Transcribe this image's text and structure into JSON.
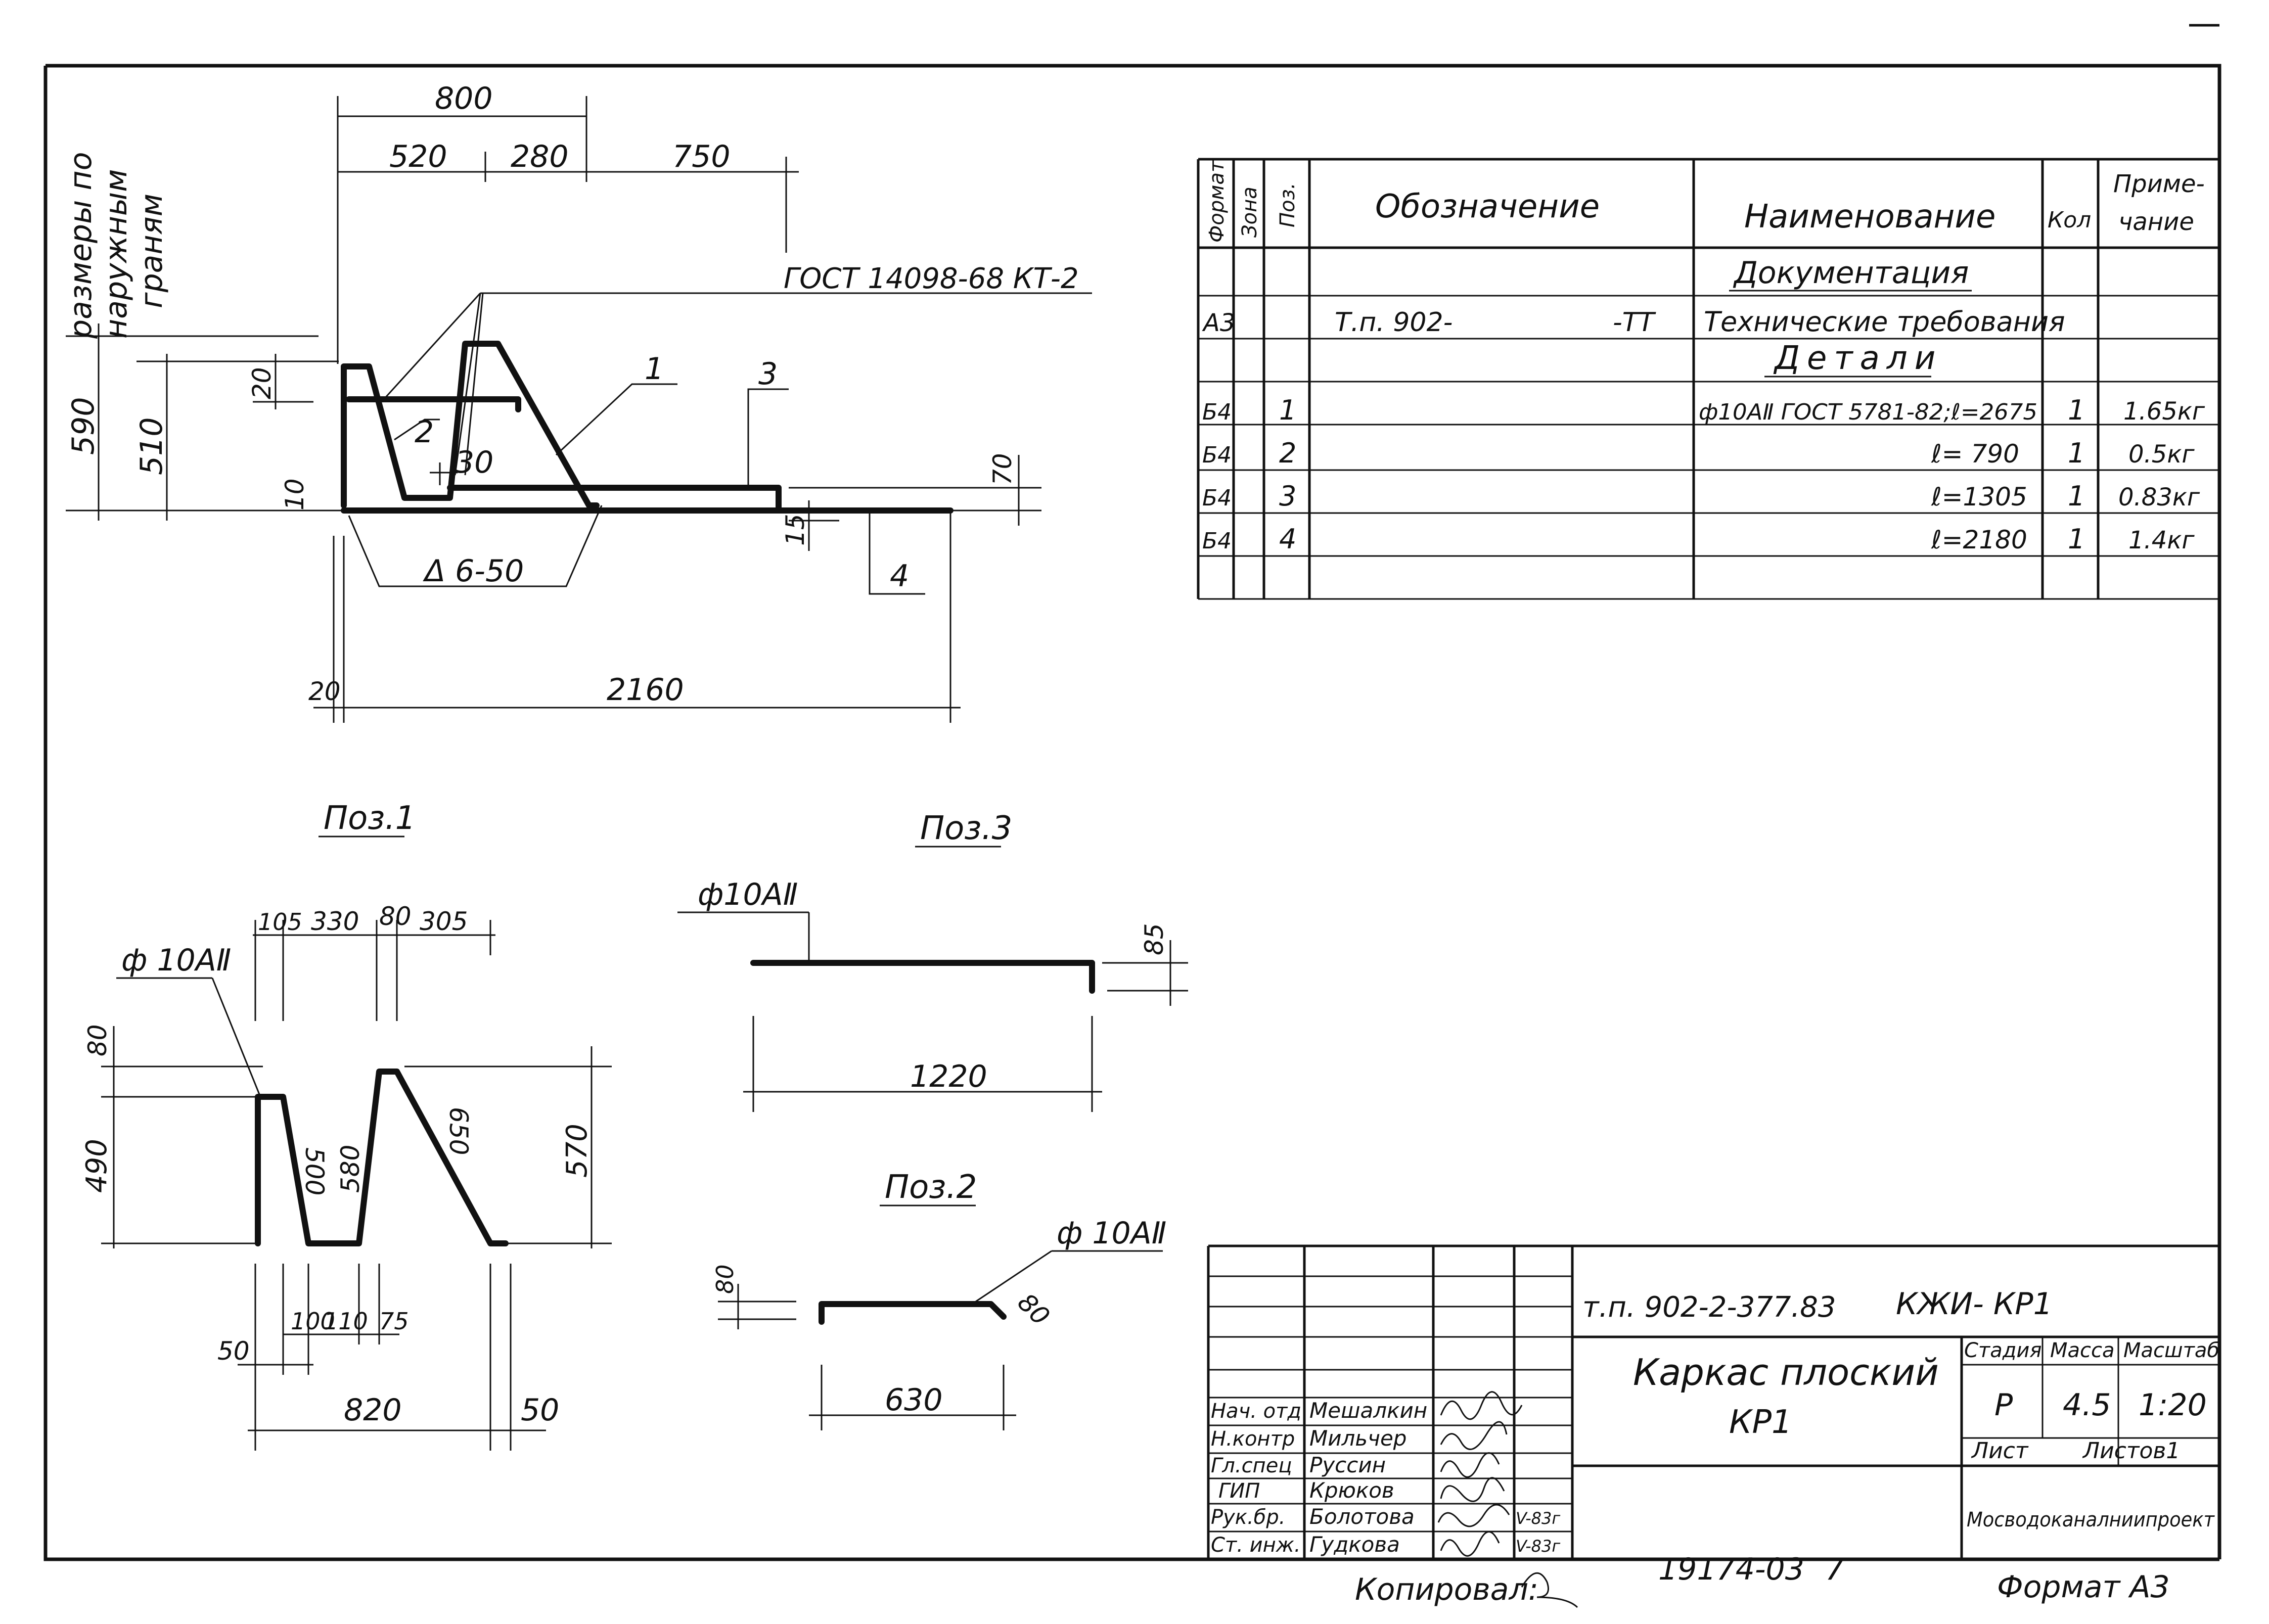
{
  "side_note": [
    "размеры по",
    "наружным",
    "граням"
  ],
  "elevation": {
    "dims_top": [
      "800",
      "520",
      "280",
      "750"
    ],
    "dims_left": [
      "590",
      "510",
      "20",
      "10"
    ],
    "dims_right": [
      "70",
      "15"
    ],
    "dim_30": "30",
    "dim_bottom": [
      "20",
      "2160"
    ],
    "gost_callout": "ГОСТ 14098-68 КТ-2",
    "weld_callout": "Δ 6-50",
    "position_marks": [
      "1",
      "2",
      "3",
      "4"
    ]
  },
  "poz1": {
    "title": "Поз.1",
    "bar_label": "ф 10АⅡ",
    "dims_top": [
      "105",
      "330",
      "80",
      "305"
    ],
    "dims_left": [
      "80",
      "490"
    ],
    "dims_slopes": [
      "500",
      "580",
      "650"
    ],
    "dim_right": "570",
    "dims_bottom": [
      "100",
      "110",
      "75",
      "50",
      "820",
      "50"
    ]
  },
  "poz3": {
    "title": "Поз.3",
    "bar_label": "ф10АⅡ",
    "dim_hook": "85",
    "dim_length": "1220"
  },
  "poz2": {
    "title": "Поз.2",
    "bar_label": "ф 10АⅡ",
    "dim_left": "80",
    "dim_bend": "80",
    "dim_length": "630"
  },
  "spec": {
    "headers": [
      "Формат",
      "Зона",
      "Поз.",
      "Обозначение",
      "Наименование",
      "Кол",
      "Приме-",
      "чание"
    ],
    "section_doc": "Документация",
    "doc_row": {
      "format": "А3",
      "designation_left": "Т.п. 902-",
      "designation_right": "-ТТ",
      "name": "Технические требования"
    },
    "section_parts": "Детали",
    "rows": [
      {
        "format": "Б4",
        "pos": "1",
        "name": "ф10АⅡ ГОСТ 5781-82;ℓ=2675",
        "qty": "1",
        "note": "1.65кг"
      },
      {
        "format": "Б4",
        "pos": "2",
        "name": "ℓ= 790",
        "qty": "1",
        "note": "0.5кг"
      },
      {
        "format": "Б4",
        "pos": "3",
        "name": "ℓ=1305",
        "qty": "1",
        "note": "0.83кг"
      },
      {
        "format": "Б4",
        "pos": "4",
        "name": "ℓ=2180",
        "qty": "1",
        "note": "1.4кг"
      }
    ]
  },
  "title_block": {
    "project_code": "т.п. 902-2-377.83",
    "sheet_code": "КЖИ- КР1",
    "drawing_title": [
      "Каркас плоский",
      "КР1"
    ],
    "stage_header": "Стадия",
    "mass_header": "Масса",
    "scale_header": "Масштаб",
    "stage": "Р",
    "mass": "4.5",
    "scale": "1:20",
    "sheet_label": "Лист",
    "sheets_label": "Листов1",
    "organization": "Мосводоканалниипроект",
    "staff": [
      {
        "role": "Нач. отд",
        "name": "Мешалкин"
      },
      {
        "role": "Н.контр",
        "name": "Мильчер"
      },
      {
        "role": "Гл.спец",
        "name": "Руссин"
      },
      {
        "role": "ГИП",
        "name": "Крюков"
      },
      {
        "role": "Рук.бр.",
        "name": "Болотова",
        "date": "V-83г"
      },
      {
        "role": "Ст. инж.",
        "name": "Гудкова",
        "date": "V-83г"
      }
    ]
  },
  "footer": {
    "copied_label": "Копировал:",
    "inventory": "19174-03",
    "inventory_sheet": "7",
    "format_label": "Формат А3"
  }
}
